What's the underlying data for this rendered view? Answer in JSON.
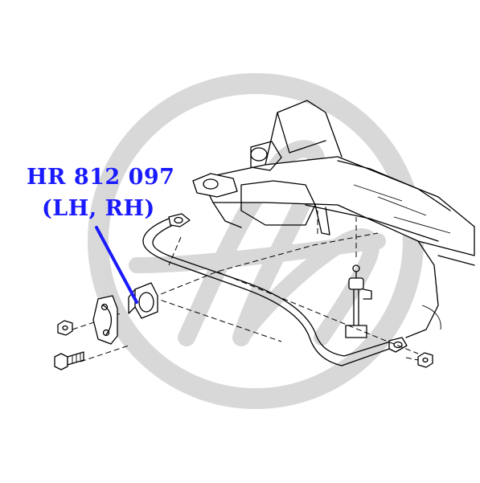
{
  "part": {
    "number": "HR 812 097",
    "side": "(LH, RH)"
  },
  "colors": {
    "callout_text": "#1a1aff",
    "callout_line": "#1a1aff",
    "watermark": "#b9b9b9",
    "drawing": "#000000"
  },
  "watermark": {
    "type": "logo",
    "shape": "ring-with-letter"
  }
}
